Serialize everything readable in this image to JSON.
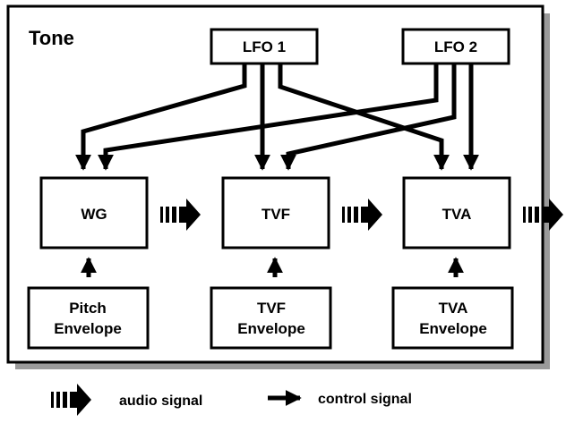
{
  "diagram": {
    "title": "Tone",
    "lfos": [
      {
        "label": "LFO 1"
      },
      {
        "label": "LFO 2"
      }
    ],
    "blocks": [
      {
        "label": "WG"
      },
      {
        "label": "TVF"
      },
      {
        "label": "TVA"
      }
    ],
    "envelopes": [
      {
        "line1": "Pitch",
        "line2": "Envelope"
      },
      {
        "line1": "TVF",
        "line2": "Envelope"
      },
      {
        "line1": "TVA",
        "line2": "Envelope"
      }
    ]
  },
  "legend": {
    "audio_label": "audio signal",
    "control_label": "control signal"
  },
  "colors": {
    "line": "#000000",
    "shadow": "#9a9a9a",
    "box_fill": "#ffffff"
  }
}
